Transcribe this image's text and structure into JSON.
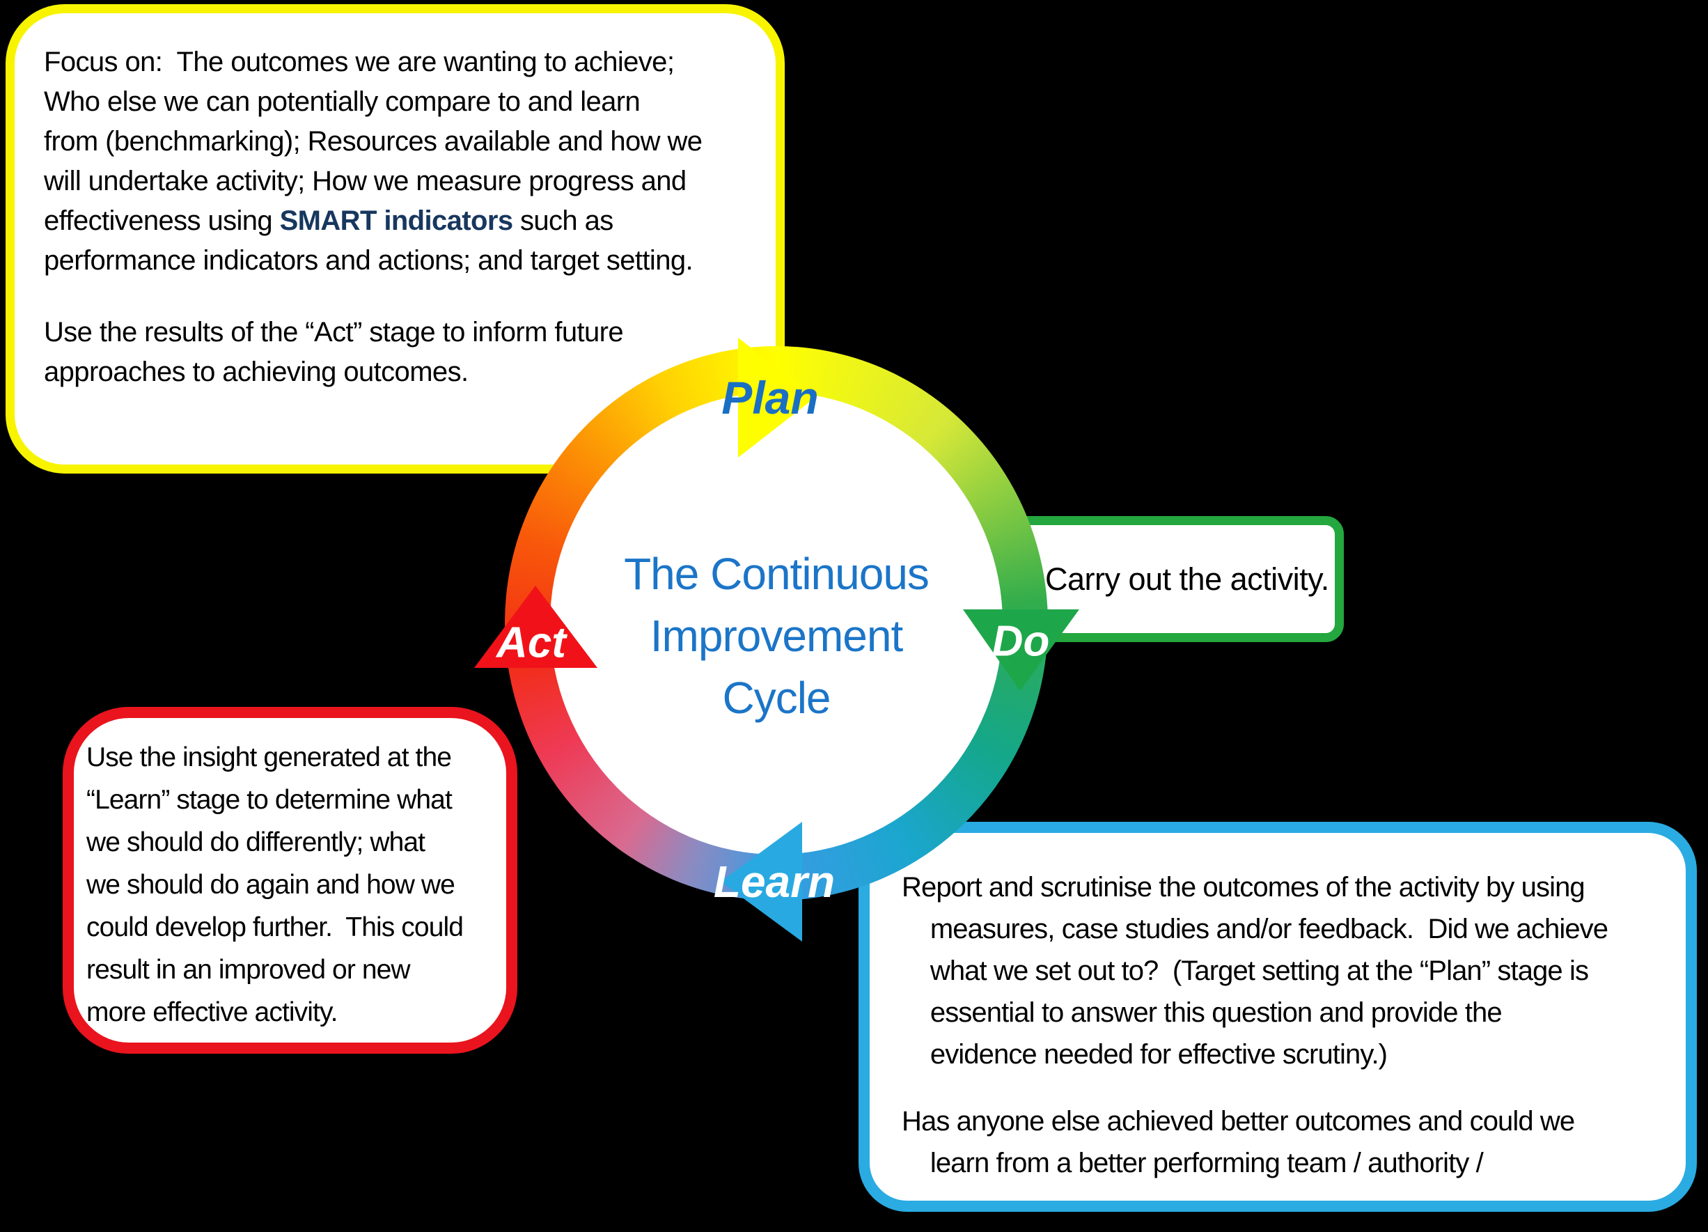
{
  "background_color": "#000000",
  "diagram": {
    "center_text": {
      "text": "The Continuous\nImprovement\nCycle",
      "color": "#1b75c8"
    },
    "ring_colors": {
      "top": "#ffff00",
      "right": "#33ad4c",
      "bottom": "#3a9be4",
      "left": "#f22c16"
    },
    "stages": {
      "plan": {
        "label": "Plan",
        "arrow_color": "#fefe00",
        "label_color": "#1a6fc4"
      },
      "do": {
        "label": "Do",
        "arrow_color": "#1ea64a",
        "label_color": "#ffffff"
      },
      "learn": {
        "label": "Learn",
        "arrow_color": "#29a9e1",
        "label_color": "#ffffff"
      },
      "act": {
        "label": "Act",
        "arrow_color": "#f01218",
        "label_color": "#ffffff"
      }
    }
  },
  "callouts": {
    "plan_box": {
      "border_color": "#f8f400",
      "para1_before": "Focus on:  The outcomes we are wanting to achieve;\nWho else we can potentially compare to and learn\nfrom (benchmarking); Resources available and how we\nwill undertake activity; How we measure progress and\neffectiveness using ",
      "para1_bold": "SMART indicators",
      "para1_bold_color": "#17375e",
      "para1_after": " such as\nperformance indicators and actions; and target setting.",
      "para2": "Use the results of the “Act” stage to inform future\napproaches to achieving outcomes."
    },
    "do_box": {
      "border_color": "#24a73e",
      "text": "Carry out the activity."
    },
    "act_box": {
      "border_color": "#e9141d",
      "text": "Use the insight generated at the\n“Learn” stage to determine what\nwe should do differently; what\nwe should do again and how we\ncould develop further.  This could\nresult in an improved or new\nmore effective activity."
    },
    "learn_box": {
      "border_color": "#2aabe2",
      "para1": "Report and scrutinise the outcomes of the activity by using\n    measures, case studies and/or feedback.  Did we achieve\n    what we set out to?  (Target setting at the “Plan” stage is\n    essential to answer this question and provide the\n    evidence needed for effective scrutiny.)",
      "para2": "Has anyone else achieved better outcomes and could we\n    learn from a better performing team / authority /"
    }
  }
}
